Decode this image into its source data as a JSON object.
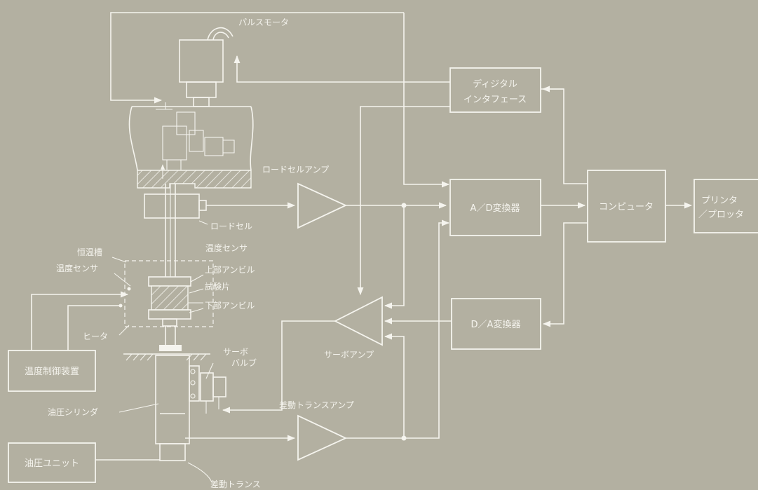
{
  "diagram": {
    "blocks": {
      "digital_interface": [
        "ディジタル",
        "インタフェース"
      ],
      "ad_converter": "A／D変換器",
      "computer": "コンピュータ",
      "printer_plotter": [
        "プリンタ",
        "／プロッタ"
      ],
      "da_converter": "D／A変換器",
      "temp_controller": "温度制御装置",
      "hydraulic_unit": "油圧ユニット"
    },
    "labels": {
      "pulse_motor": "パルスモータ",
      "load_cell_amp": "ロードセルアンプ",
      "load_cell": "ロードセル",
      "constant_temp_bath": "恒温槽",
      "temp_sensor_left": "温度センサ",
      "temp_sensor_right": "温度センサ",
      "upper_anvil": "上部アンビル",
      "specimen": "試験片",
      "lower_anvil": "下部アンビル",
      "heater": "ヒータ",
      "servo_valve_1": "サーボ",
      "servo_valve_2": "バルブ",
      "servo_amp": "サーボアンプ",
      "hydraulic_cylinder": "油圧シリンダ",
      "lvdt_amp": "差動トランスアンプ",
      "lvdt": "差動トランス"
    }
  }
}
